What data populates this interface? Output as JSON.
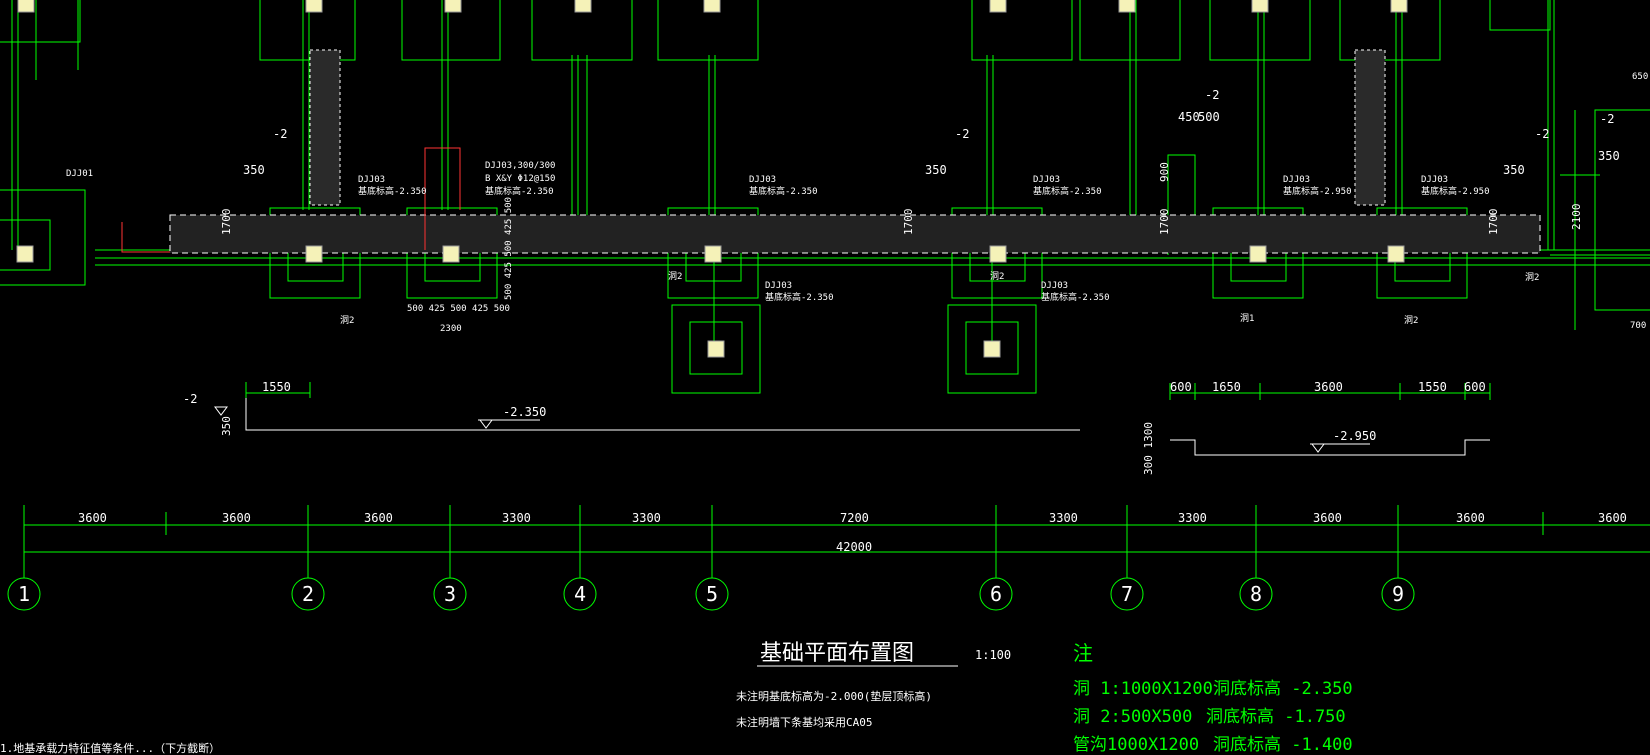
{
  "title": "基础平面布置图",
  "scale": "1:100",
  "notes": {
    "heading": "注",
    "general": [
      "未注明基底标高为-2.000(垫层顶标高)",
      "未注明墙下条基均采用CA05"
    ],
    "openings": [
      {
        "name": "洞 1:1000X1200",
        "elev": "洞底标高 -2.350"
      },
      {
        "name": "洞 2:500X500",
        "elev": "洞底标高 -1.750"
      },
      {
        "name": "管沟1000X1200",
        "elev": "洞底标高 -1.400"
      }
    ],
    "footer": "1.地基承载力特征值等条件...（下方截断）"
  },
  "axes": {
    "labels": [
      "1",
      "2",
      "3",
      "4",
      "5",
      "6",
      "7",
      "8",
      "9"
    ],
    "spans": [
      "3600",
      "3600",
      "3600",
      "3300",
      "3300",
      "7200",
      "3300",
      "3300",
      "3600",
      "3600",
      "3600"
    ],
    "total": "42000"
  },
  "elevations": {
    "left_top": "-2",
    "left_dim": "1550",
    "left_level": "-2.350",
    "left_h": "350",
    "right_dims": [
      "600",
      "1650",
      "3600",
      "1550",
      "600"
    ],
    "right_level": "-2.950",
    "right_h": "300 1300"
  },
  "plan": {
    "footing_labels": {
      "djj01": "DJJ01",
      "djj03": "DJJ03",
      "djj03_dim": "DJJ03,300/300",
      "rebar": "B  X&Y  Φ12@150",
      "base_2350": "基底标高-2.350",
      "base_2950": "基底标高-2.950"
    },
    "marks": {
      "minus2": "-2",
      "d350": "350",
      "d1700": "1700",
      "d900": "900",
      "d2100": "2100",
      "d450": "450",
      "d500": "500",
      "d650": "650",
      "d700": "700",
      "hole1": "洞1",
      "hole2": "洞2",
      "d2300": "2300",
      "d_vert": "500 425 500 425 500",
      "d_horiz": "500 425 500 425 500"
    }
  }
}
